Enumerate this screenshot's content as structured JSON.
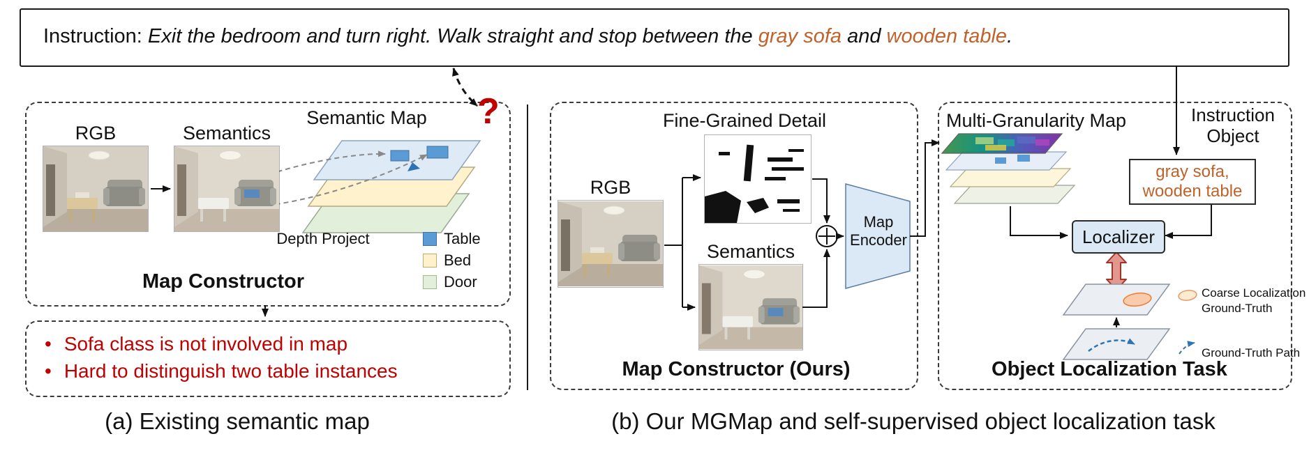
{
  "figure": {
    "instruction": {
      "label": "Instruction:",
      "part1": "Exit the bedroom and turn right. Walk straight and stop between the",
      "object1": "gray sofa",
      "conjunction": "and",
      "object2": "wooden table",
      "period": "."
    },
    "panel_a": {
      "rgb_label": "RGB",
      "semantics_label": "Semantics",
      "semantic_map_label": "Semantic Map",
      "depth_project_label": "Depth Project",
      "question_mark": "?",
      "legend": [
        {
          "label": "Table",
          "color": "#5B9BD5"
        },
        {
          "label": "Bed",
          "color": "#FFF2CC"
        },
        {
          "label": "Door",
          "color": "#E2EFDA"
        }
      ],
      "title": "Map Constructor",
      "issues": [
        "Sofa class is not involved in map",
        "Hard to distinguish two table instances"
      ],
      "caption": "(a) Existing semantic map"
    },
    "panel_b": {
      "fine_grained_label": "Fine-Grained Detail",
      "rgb_label": "RGB",
      "semantics_label": "Semantics",
      "encoder_label": "Map\nEncoder",
      "title": "Map Constructor (Ours)",
      "caption": "(b) Our MGMap and self-supervised object localization task"
    },
    "panel_c": {
      "map_label": "Multi-Granularity Map",
      "instruction_object_label": "Instruction\nObject",
      "objects_text": "gray sofa,\nwooden table",
      "localizer_label": "Localizer",
      "coarse_legend": "Coarse Localization\nGround-Truth",
      "path_legend": "Ground-Truth Path",
      "title": "Object Localization Task"
    },
    "colors": {
      "instruction_object_orange": "#C0622B",
      "issue_red": "#C00000",
      "table_blue": "#5B9BD5",
      "bed_yellow": "#FFF2CC",
      "door_green": "#E2EFDA",
      "encoder_fill": "#DBE8F5",
      "gt_path_blue": "#2E75B6",
      "coarse_blob_orange": "#F8CBAD"
    }
  }
}
